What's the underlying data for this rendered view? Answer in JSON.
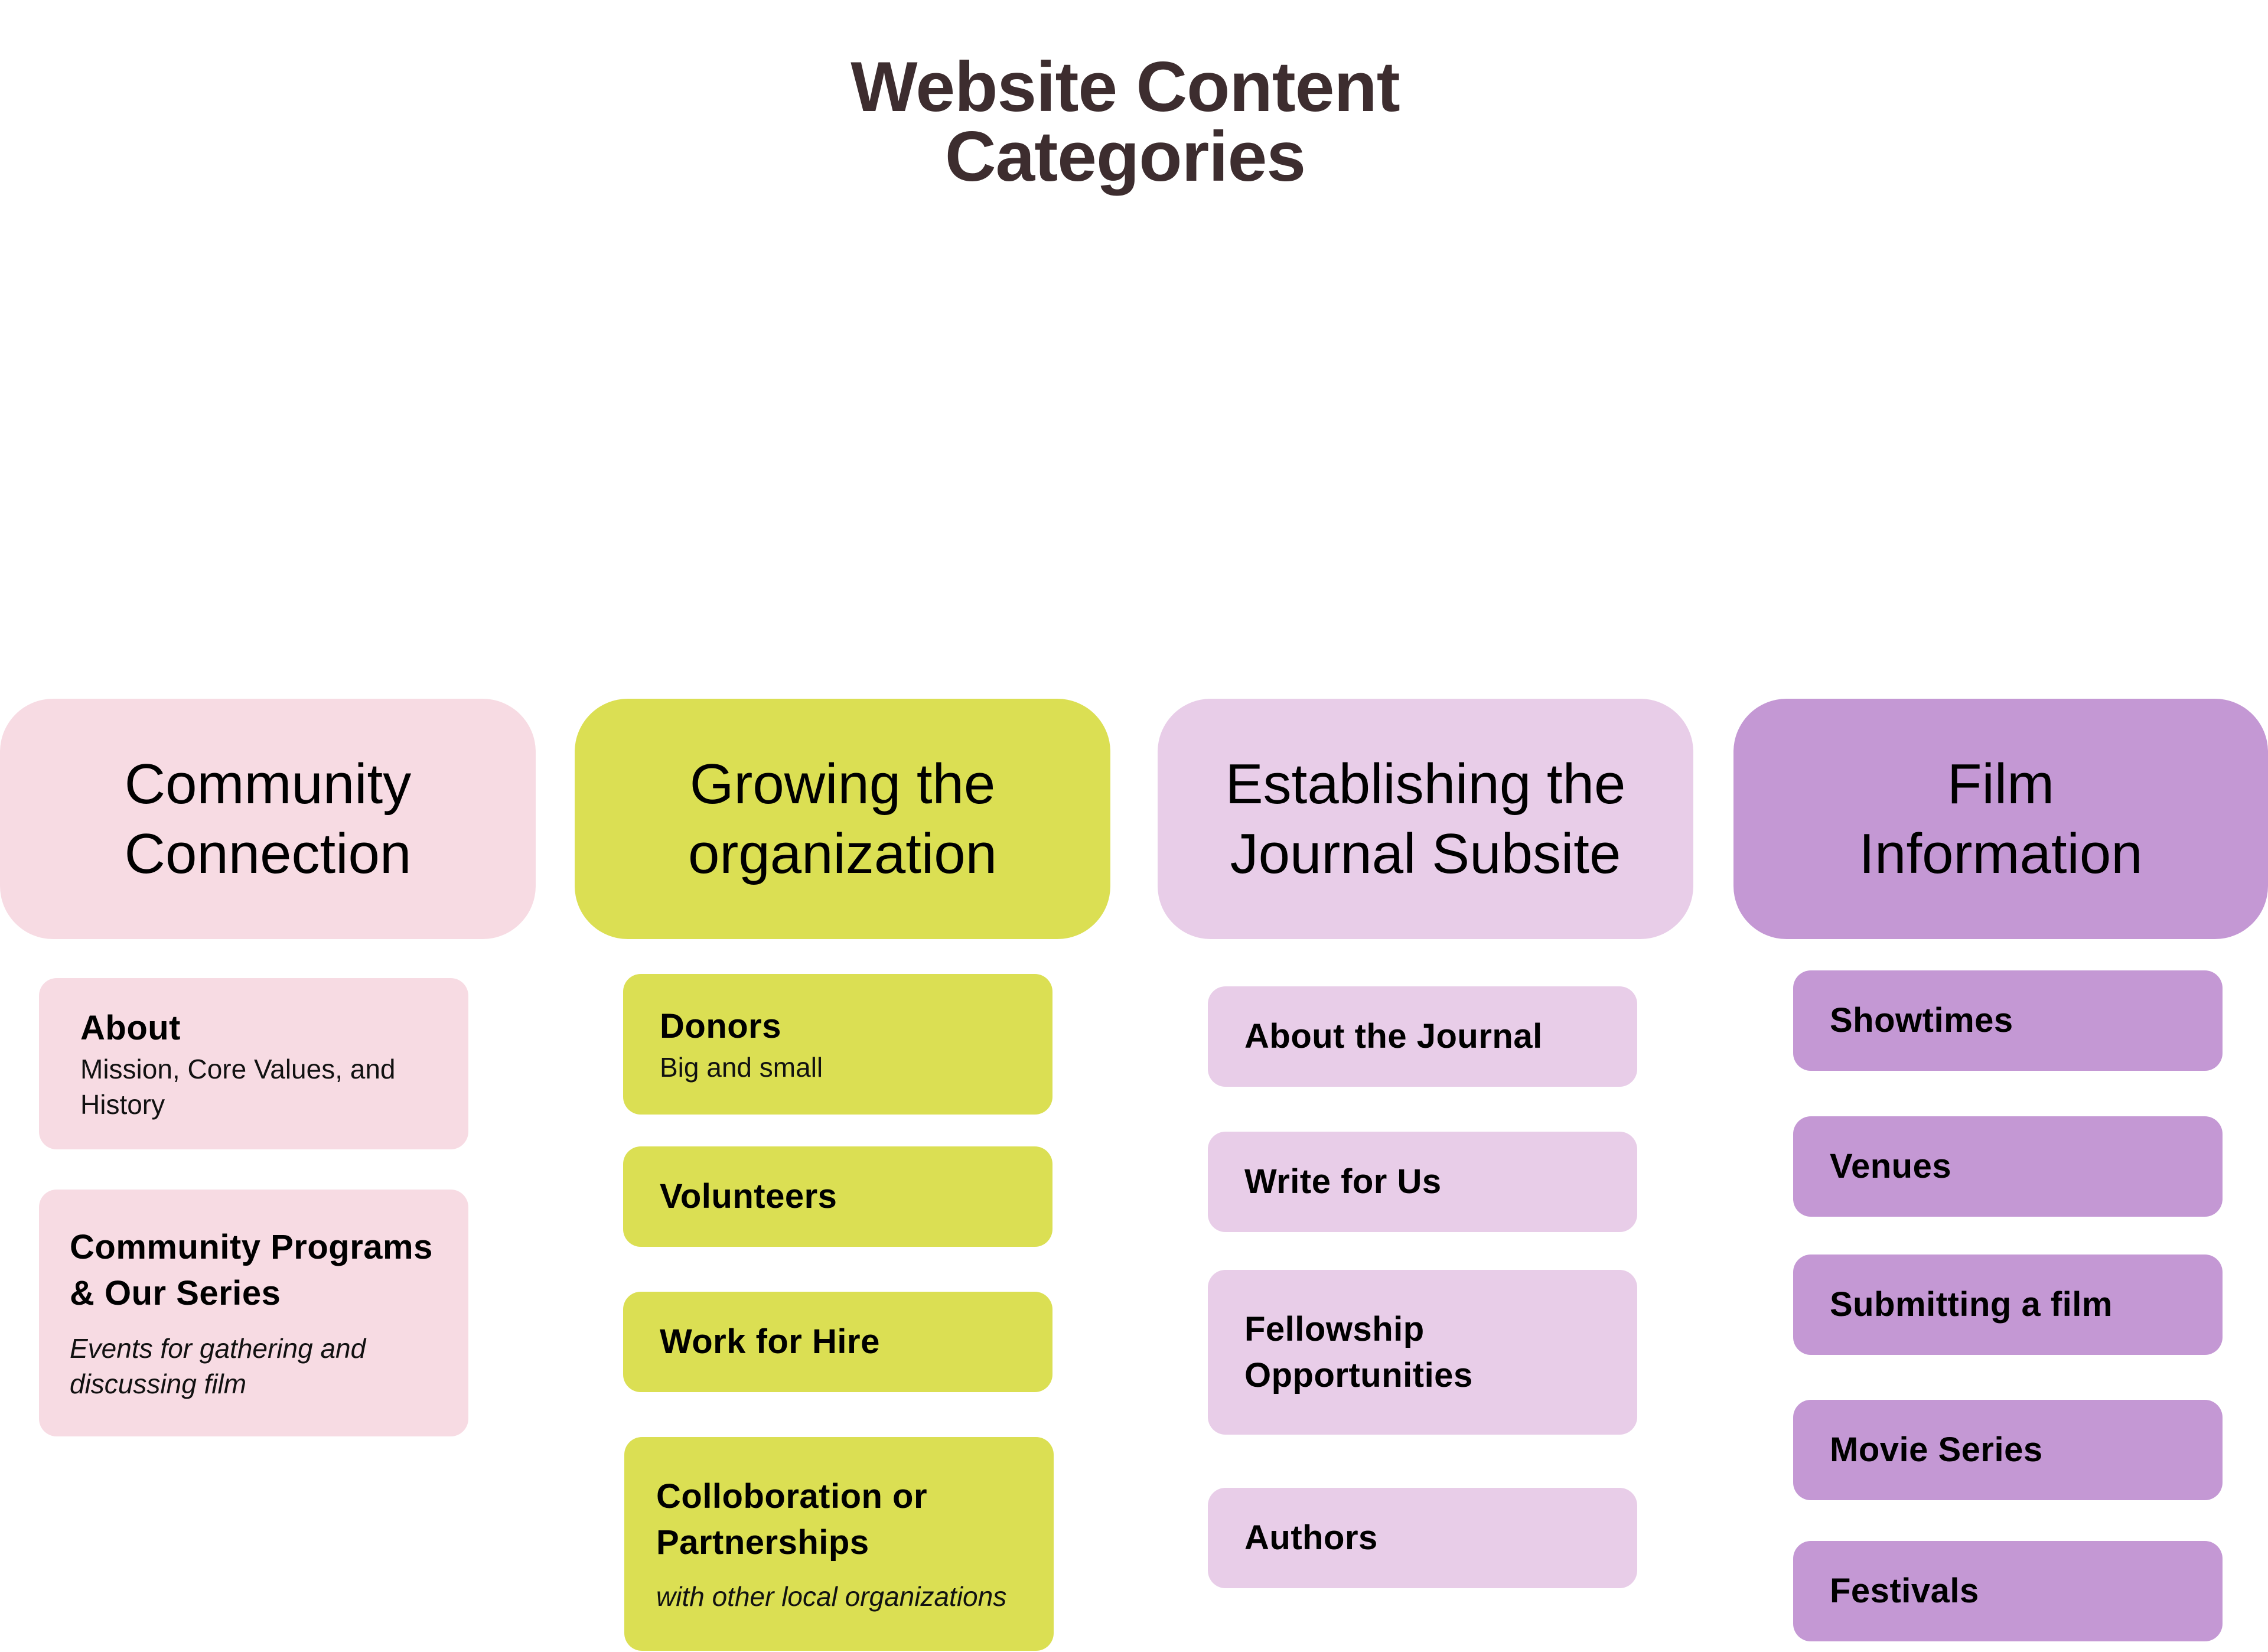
{
  "title": {
    "line1": "Website Content",
    "line2": "Categories"
  },
  "colors": {
    "title_text": "#3d2d2f",
    "community": "#f7dbe3",
    "growing": "#dbdf53",
    "journal": "#e8cde8",
    "film": "#c498d4"
  },
  "columns": [
    {
      "header": {
        "line1": "Community",
        "line2": "Connection"
      },
      "items": [
        {
          "title": "About",
          "subtitle": "Mission, Core Values, and History"
        },
        {
          "title": "Community Programs & Our Series",
          "subtitle": "Events for gathering and discussing film"
        }
      ]
    },
    {
      "header": {
        "line1": "Growing the",
        "line2": "organization"
      },
      "items": [
        {
          "title": "Donors",
          "subtitle": "Big and small"
        },
        {
          "title": "Volunteers"
        },
        {
          "title": "Work for Hire"
        },
        {
          "title": "Colloboration or Partnerships",
          "subtitle": "with other local organizations"
        }
      ]
    },
    {
      "header": {
        "line1": "Establishing the",
        "line2": "Journal Subsite"
      },
      "items": [
        {
          "title": "About the Journal"
        },
        {
          "title": "Write for Us"
        },
        {
          "title": "Fellowship Opportunities"
        },
        {
          "title": "Authors"
        }
      ]
    },
    {
      "header": {
        "line1": "Film",
        "line2": "Information"
      },
      "items": [
        {
          "title": "Showtimes"
        },
        {
          "title": "Venues"
        },
        {
          "title": "Submitting a film"
        },
        {
          "title": "Movie Series"
        },
        {
          "title": "Festivals"
        }
      ]
    }
  ]
}
